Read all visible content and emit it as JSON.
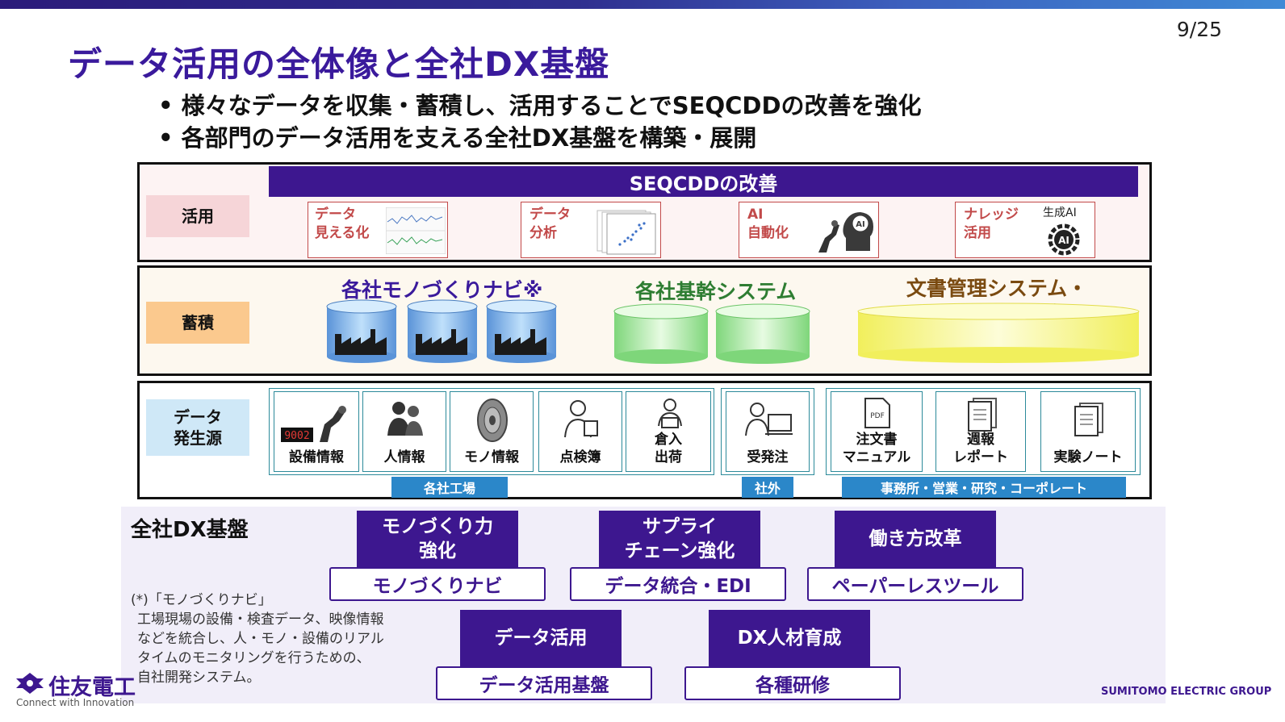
{
  "page_number": "9/25",
  "title": "データ活用の全体像と全社DX基盤",
  "bullets": [
    "• 様々なデータを収集・蓄積し、活用することでSEQCDDの改善を強化",
    "• 各部門のデータ活用を支える全社DX基盤を構築・展開"
  ],
  "use_layer": {
    "label": "活用",
    "banner": "SEQCDDの改善",
    "items": [
      {
        "line1": "データ",
        "line2": "見える化"
      },
      {
        "line1": "データ",
        "line2": "分析"
      },
      {
        "line1": "AI",
        "line2": "自動化"
      },
      {
        "line1": "ナレッジ",
        "line2": "活用",
        "badge": "生成AI"
      }
    ]
  },
  "store_layer": {
    "label": "蓄積",
    "groups": [
      {
        "title": "各社モノづくりナビ※",
        "color": "#3a1a9c"
      },
      {
        "title": "各社基幹システム",
        "color": "#2e7d32"
      },
      {
        "title": "文書管理システム・\n共有フォルダ",
        "color": "#7a4a10"
      }
    ]
  },
  "source_layer": {
    "label": "データ\n発生源",
    "factory": {
      "tag": "各社工場",
      "items": [
        "設備情報",
        "人情報",
        "モノ情報",
        "点検簿",
        "倉入\n出荷"
      ]
    },
    "external": {
      "tag": "社外",
      "items": [
        "受発注"
      ]
    },
    "office": {
      "tag": "事務所・営業・研究・コーポレート",
      "items": [
        "注文書\nマニュアル",
        "週報\nレポート",
        "実験ノート"
      ]
    },
    "counter_display": "9002"
  },
  "dx_base": {
    "heading": "全社DX基盤",
    "pillars": [
      {
        "top": "モノづくり力\n強化",
        "bottom": "モノづくりナビ"
      },
      {
        "top": "サプライ\nチェーン強化",
        "bottom": "データ統合・EDI"
      },
      {
        "top": "働き方改革",
        "bottom": "ペーパーレスツール"
      },
      {
        "top": "データ活用",
        "bottom": "データ活用基盤"
      },
      {
        "top": "DX人材育成",
        "bottom": "各種研修"
      }
    ],
    "note_lines": [
      "(*)「モノづくりナビ」",
      "工場現場の設備・検査データ、映像情報",
      "などを統合し、人・モノ・設備のリアル",
      "タイムのモニタリングを行うための、",
      "自社開発システム。"
    ]
  },
  "footer": {
    "logo_text": "住友電工",
    "tagline": "Connect with Innovation",
    "group": "SUMITOMO ELECTRIC GROUP"
  },
  "colors": {
    "purple": "#3d178f",
    "title_purple": "#3a1a9c",
    "use_bg": "#fdf3f3",
    "use_label_bg": "#f6d5d8",
    "store_bg": "#fdf8ef",
    "store_label_bg": "#fbc98e",
    "source_label_bg": "#cfe8f7",
    "tag_blue": "#2b87c9",
    "dx_bg": "#f1eef9"
  }
}
